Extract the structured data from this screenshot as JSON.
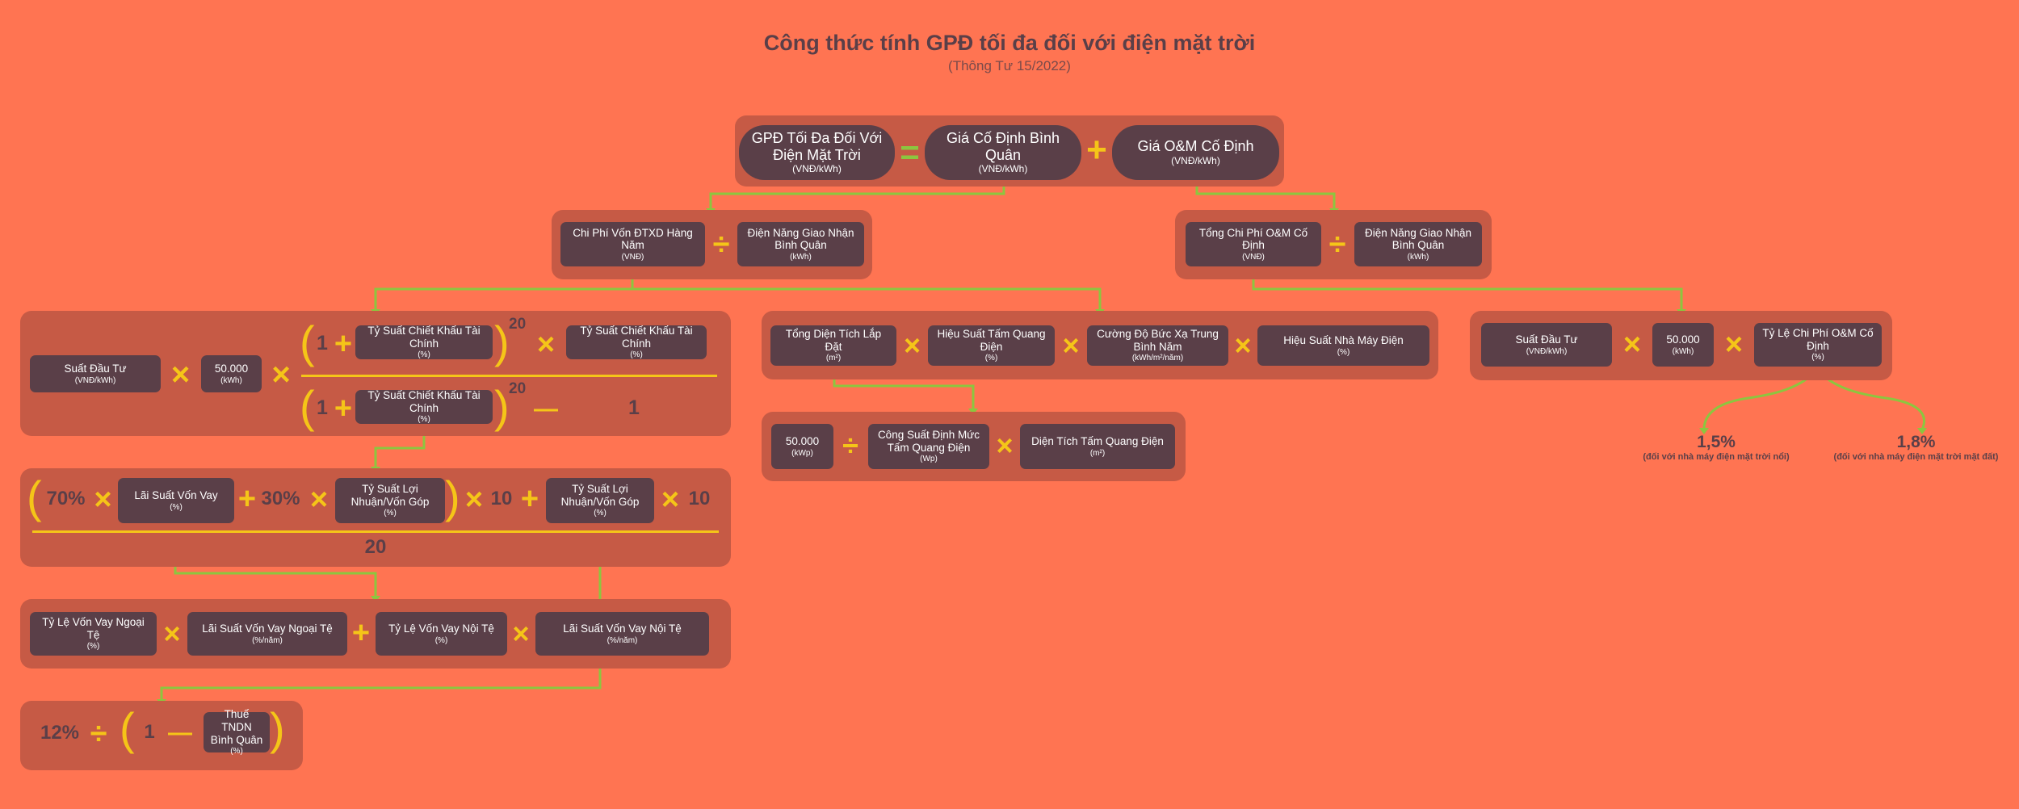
{
  "title": "Công thức tính GPĐ tối đa đối với điện mặt trời",
  "subtitle": "(Thông Tư 15/2022)",
  "colors": {
    "background": "#ff7452",
    "panel": "#c65a45",
    "box": "#5a3f48",
    "operator": "#f5c518",
    "connector": "#8cc63f"
  },
  "row1": {
    "gpd": {
      "label": "GPĐ Tối Đa Đối Với Điện Mặt Trời",
      "unit": "(VNĐ/kWh)"
    },
    "eq": "=",
    "fixed": {
      "label": "Giá Cố Định Bình Quân",
      "unit": "(VNĐ/kWh)"
    },
    "plus": "+",
    "om": {
      "label": "Giá O&M Cố Định",
      "unit": "(VNĐ/kWh)"
    }
  },
  "row2": {
    "capex": {
      "label": "Chi Phí Vốn ĐTXD Hàng Năm",
      "unit": "(VNĐ)"
    },
    "div1": "÷",
    "energy1": {
      "label": "Điện Năng Giao Nhận Bình Quân",
      "unit": "(kWh)"
    },
    "omcost": {
      "label": "Tổng Chi Phí O&M Cố Định",
      "unit": "(VNĐ)"
    },
    "div2": "÷",
    "energy2": {
      "label": "Điện Năng Giao Nhận Bình Quân",
      "unit": "(kWh)"
    }
  },
  "capexFormula": {
    "invest": {
      "label": "Suất Đầu Tư",
      "unit": "(VNĐ/kWh)"
    },
    "times1": "×",
    "kwh": {
      "label": "50.000",
      "unit": "(kWh)"
    },
    "times2": "×",
    "one_top": "1",
    "plus_top": "+",
    "rate_top": {
      "label": "Tỷ Suất Chiết Khấu Tài Chính",
      "unit": "(%)"
    },
    "exp_top": "20",
    "times3": "×",
    "rate_top2": {
      "label": "Tỷ Suất Chiết Khấu Tài Chính",
      "unit": "(%)"
    },
    "one_bot": "1",
    "plus_bot": "+",
    "rate_bot": {
      "label": "Tỷ Suất Chiết Khấu Tài Chính",
      "unit": "(%)"
    },
    "exp_bot": "20",
    "minus": "—",
    "one_bot2": "1"
  },
  "energyFormula": {
    "area": {
      "label": "Tổng Diện Tích Lắp Đặt",
      "unit": "(m²)"
    },
    "t1": "×",
    "eff": {
      "label": "Hiệu Suất Tấm Quang Điện",
      "unit": "(%)"
    },
    "t2": "×",
    "irr": {
      "label": "Cường Độ Bức Xạ Trung Bình Năm",
      "unit": "(kWh/m²/năm)"
    },
    "t3": "×",
    "plant": {
      "label": "Hiệu Suất Nhà Máy Điện",
      "unit": "(%)"
    }
  },
  "areaFormula": {
    "kwp": {
      "label": "50.000",
      "unit": "(kWp)"
    },
    "div": "÷",
    "rated": {
      "label": "Công Suất Định Mức Tấm Quang Điện",
      "unit": "(Wp)"
    },
    "t": "×",
    "panelArea": {
      "label": "Diện Tích Tấm Quang Điện",
      "unit": "(m²)"
    }
  },
  "omFormula": {
    "invest": {
      "label": "Suất Đầu Tư",
      "unit": "(VNĐ/kWh)"
    },
    "t1": "×",
    "kwh": {
      "label": "50.000",
      "unit": "(kWh)"
    },
    "t2": "×",
    "ratio": {
      "label": "Tỷ Lệ Chi Phí O&M Cố Định",
      "unit": "(%)"
    },
    "result1": {
      "value": "1,5%",
      "note": "(đối với nhà máy điện mặt trời nổi)"
    },
    "result2": {
      "value": "1,8%",
      "note": "(đối với nhà máy điện mặt trời mặt đất)"
    }
  },
  "rateFormula": {
    "p70": "70%",
    "t1": "×",
    "loan": {
      "label": "Lãi Suất Vốn Vay",
      "unit": "(%)"
    },
    "plus1": "+",
    "p30": "30%",
    "t2": "×",
    "profit": {
      "label": "Tỷ Suất Lợi Nhuận/Vốn Góp",
      "unit": "(%)"
    },
    "t3": "×",
    "ten1": "10",
    "plus2": "+",
    "profit2": {
      "label": "Tỷ Suất Lợi Nhuận/Vốn Góp",
      "unit": "(%)"
    },
    "t4": "×",
    "ten2": "10",
    "denom": "20"
  },
  "loanFormula": {
    "fxRatio": {
      "label": "Tỷ Lệ Vốn Vay Ngoại Tệ",
      "unit": "(%)"
    },
    "t1": "×",
    "fxRate": {
      "label": "Lãi Suất Vốn Vay Ngoại Tệ",
      "unit": "(%/năm)"
    },
    "plus": "+",
    "localRatio": {
      "label": "Tỷ Lệ Vốn Vay Nội Tệ",
      "unit": "(%)"
    },
    "t2": "×",
    "localRate": {
      "label": "Lãi Suất Vốn Vay Nội Tệ",
      "unit": "(%/năm)"
    }
  },
  "profitFormula": {
    "p12": "12%",
    "div": "÷",
    "one": "1",
    "minus": "—",
    "tax": {
      "label": "Thuế TNDN Bình Quân",
      "unit": "(%)"
    }
  }
}
